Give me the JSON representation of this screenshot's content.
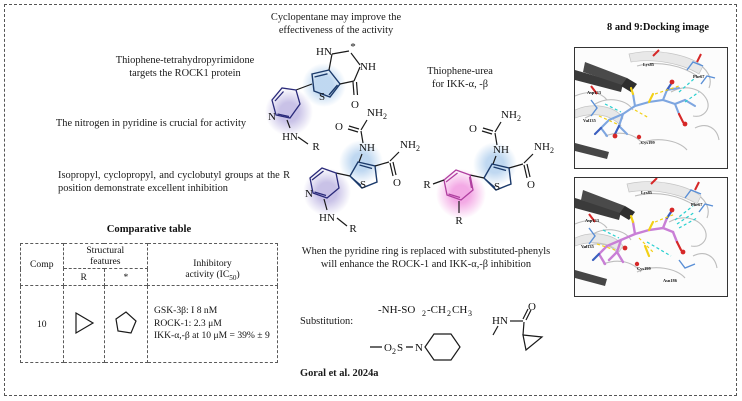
{
  "figure": {
    "citation": "Goral et al. 2024a"
  },
  "annotations": {
    "cyclopentane": "Cyclopentane may improve the\neffectiveness of the activity",
    "thiophene_thp": "Thiophene-tetrahydropyrimidone\ntargets the ROCK1 protein",
    "pyridine_nitrogen": "The nitrogen in pyridine is crucial for activity",
    "r_groups": "Isopropyl, cyclopropyl, and cyclobutyl groups at the R position demonstrate excellent inhibition",
    "thiophene_urea": "Thiophene-urea\nfor IKK-α, -β",
    "phenyl_replacement": "When the pyridine ring is replaced with substituted-phenyls\nwill enhance the ROCK-1 and IKK-α,-β  inhibition",
    "substitution_label": "Substitution:",
    "substituent_sulfonamide": "-NH-SO2-CH2CH3"
  },
  "table": {
    "title": "Comparative table",
    "headers": {
      "comp": "Comp",
      "structural_features": "Structural\nfeatures",
      "r": "R",
      "star": "*",
      "inhibitory": "Inhibitory\nactivity (IC50)"
    },
    "rows": [
      {
        "comp": "10",
        "r_shape": "cyclopropyl-triangle",
        "star_shape": "cyclopentyl-pentagon",
        "activity_lines": [
          "GSK-3β: I 8 nM",
          "ROCK-1:  2.3 μM",
          "IKK-α,-β at 10 μM = 39% ± 9"
        ]
      }
    ]
  },
  "docking": {
    "title": "8 and 9:Docking image",
    "panels": [
      {
        "name": "compound-8-docking",
        "ligand_color": "#7ea6e0",
        "residues": [
          "Lys85",
          "Phe67",
          "Asp133",
          "Val135",
          "Cys199"
        ]
      },
      {
        "name": "compound-9-docking",
        "ligand_color": "#c97fd6",
        "residues": [
          "Lys85",
          "Phe67",
          "Asp133",
          "Val135",
          "Cys199",
          "Asn186"
        ]
      }
    ]
  },
  "structures": {
    "struct1": {
      "name": "pyridinyl-thiophene-tetrahydropyrimidone",
      "labels": [
        "HN",
        "*",
        "NH",
        "S",
        "O",
        "N",
        "HN",
        "R"
      ],
      "highlight_thiophene": "#bcd6f0",
      "highlight_pyridine": "#c9c3e8"
    },
    "struct2": {
      "name": "pyridinyl-thiophene-urea-carboxamide",
      "labels": [
        "NH2",
        "O",
        "NH",
        "NH2",
        "S",
        "O",
        "N",
        "HN",
        "R"
      ],
      "highlight_thiophene": "#bcd6f0",
      "highlight_pyridine": "#c9c3e8"
    },
    "struct3": {
      "name": "phenyl-thiophene-urea-carboxamide",
      "labels": [
        "NH2",
        "O",
        "NH",
        "NH2",
        "S",
        "O",
        "R",
        "R"
      ],
      "highlight_thiophene": "#bcd6f0",
      "highlight_phenyl": "#f2a8e0"
    },
    "sub_piperidine": {
      "name": "piperidine-sulfonyl",
      "label": "—O2S—N"
    },
    "sub_cyclopropanecarboxamide": {
      "name": "cyclopropanecarboxamide",
      "labels": [
        "HN",
        "O"
      ]
    }
  }
}
